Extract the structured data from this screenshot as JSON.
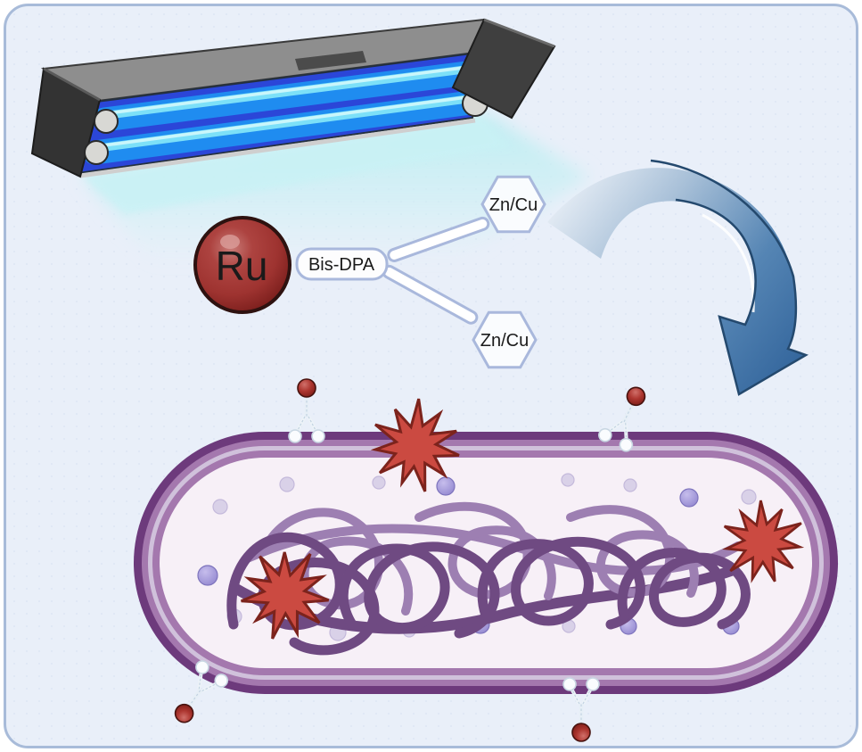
{
  "figure": {
    "type": "scientific-illustration",
    "description": "UV lamp irradiating a Ru Bis-DPA Zn/Cu photosensitizer complex that is applied to a rod-shaped bacterium, causing ROS damage bursts at the membrane and around the DNA tangle",
    "labels": {
      "metal_center": "Ru",
      "linker": "Bis-DPA",
      "binding_unit_top": "Zn/Cu",
      "binding_unit_bottom": "Zn/Cu"
    },
    "elements": {
      "uv_lamp": {
        "tube_count": 2,
        "has_glow": true
      },
      "photosensitizer_complex": {
        "core": "Ru",
        "linker": "Bis-DPA",
        "binding_units": 2
      },
      "process_arrow": {
        "shape": "curved-swoosh",
        "direction": "down-right"
      },
      "bacterium": {
        "shape": "capsule",
        "ros_starbursts": 3,
        "surface_receptors": 4,
        "cytoplasm_granules_light": 10,
        "cytoplasm_granules_violet": 6,
        "dna_tangle": true
      }
    },
    "colors": {
      "background": "#e9eff9",
      "panel_border": "#a8bbd9",
      "ru_sphere": "#9e3330",
      "connector_outline": "#a9b8dc",
      "label_text": "#1a1a1a",
      "arrow_blue": "#36689e",
      "lamp_body_gray": "#8e8e8e",
      "lamp_cap_dark": "#333333",
      "uv_panel_blue": "#2b46d8",
      "uv_tube_blue": "#1f8cf0",
      "uv_highlight_cyan": "#7ce0f8",
      "glow_cyan": "#c6eff3",
      "membrane_dark": "#6d3a7c",
      "membrane_mid": "#a478ae",
      "membrane_light": "#d0c1db",
      "cytoplasm": "#f7f0f7",
      "dna_dark": "#6f4a82",
      "dna_light": "#9d7fb2",
      "starburst_fill": "#cb4a41",
      "starburst_stroke": "#7c231c",
      "granule_light": "#d9d1e8",
      "granule_violet": "#a79ddb",
      "receptor_ball": "#ad3630"
    }
  }
}
